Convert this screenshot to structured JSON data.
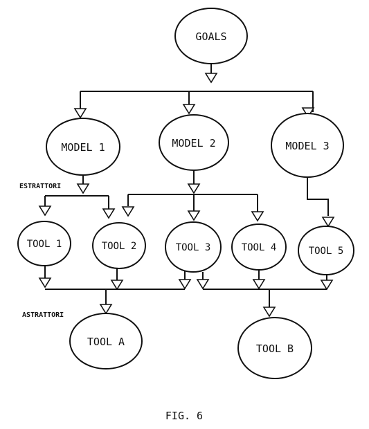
{
  "nodes": {
    "goals": "GOALS",
    "model1": "MODEL 1",
    "model2": "MODEL 2",
    "model3": "MODEL 3",
    "tool1": "TOOL 1",
    "tool2": "TOOL 2",
    "tool3": "TOOL 3",
    "tool4": "TOOL 4",
    "tool5": "TOOL 5",
    "toolA": "TOOL A",
    "toolB": "TOOL B"
  },
  "annotations": {
    "estrattori": "ESTRATTORI",
    "astrattori": "ASTRATTORI"
  },
  "caption": "FIG. 6"
}
